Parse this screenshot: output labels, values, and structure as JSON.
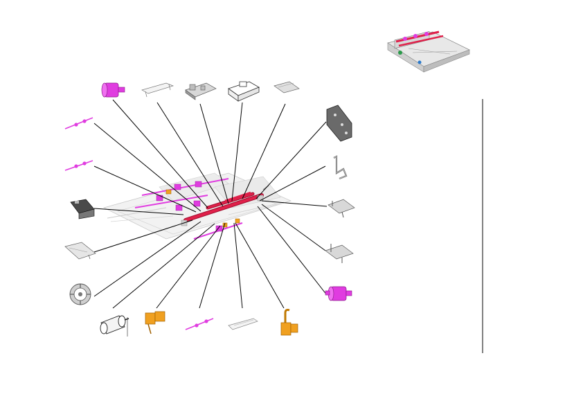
{
  "diagram": {
    "colors": {
      "highlight": "#e0204a",
      "magenta": "#e03ce0",
      "orange": "#f0a020",
      "gray": "#b8b8b8",
      "dark": "#555555",
      "line": "#000000"
    },
    "parts": [
      {
        "name": "pink-roller-top",
        "icon": "roller-icon"
      },
      {
        "name": "thin-bracket",
        "icon": "bracket-icon"
      },
      {
        "name": "guide-plate",
        "icon": "plate-icon"
      },
      {
        "name": "sensor-housing",
        "icon": "housing-icon"
      },
      {
        "name": "flat-bracket",
        "icon": "bracket-icon"
      },
      {
        "name": "side-frame-plate",
        "icon": "frame-icon"
      },
      {
        "name": "z-lever",
        "icon": "lever-icon"
      },
      {
        "name": "mount-bracket-upper",
        "icon": "bracket-icon"
      },
      {
        "name": "mount-bracket-lower",
        "icon": "bracket-icon"
      },
      {
        "name": "pink-roller-right",
        "icon": "roller-icon"
      },
      {
        "name": "orange-hook-lever",
        "icon": "lever-icon"
      },
      {
        "name": "long-guide-strip",
        "icon": "strip-icon"
      },
      {
        "name": "pink-shaft-bottom",
        "icon": "shaft-icon"
      },
      {
        "name": "orange-clip",
        "icon": "clip-icon"
      },
      {
        "name": "white-roller",
        "icon": "roller-icon"
      },
      {
        "name": "gear-wheel",
        "icon": "gear-icon"
      },
      {
        "name": "angled-guide",
        "icon": "guide-icon"
      },
      {
        "name": "dark-guide-block",
        "icon": "block-icon"
      },
      {
        "name": "pink-shaft-middle",
        "icon": "shaft-icon"
      },
      {
        "name": "pink-shaft-top",
        "icon": "shaft-icon"
      }
    ]
  }
}
